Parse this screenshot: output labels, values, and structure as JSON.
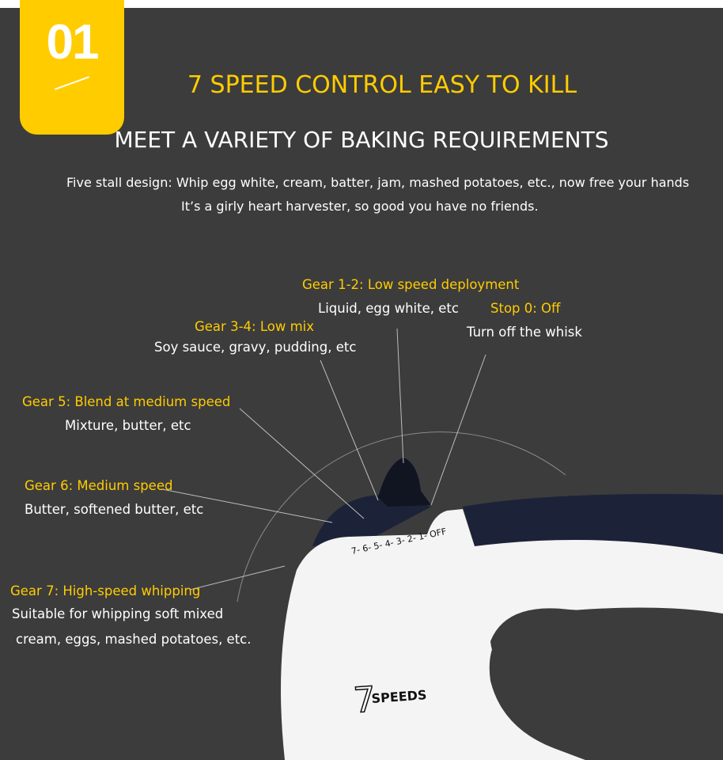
{
  "badge": {
    "number": "01"
  },
  "header": {
    "title": "7 SPEED CONTROL EASY TO KILL",
    "subtitle": "MEET A VARIETY OF BAKING REQUIREMENTS"
  },
  "intro": [
    "Five stall design: Whip egg white, cream, batter, jam, mashed potatoes, etc., now free your hands",
    "It’s a girly heart harvester, so good you have no friends."
  ],
  "gears": [
    {
      "title": "Gear 1-2: Low speed deployment",
      "desc": "Liquid, egg white, etc"
    },
    {
      "title": "Stop 0: Off",
      "desc": "Turn off the whisk"
    },
    {
      "title": "Gear 3-4: Low mix",
      "desc": "Soy sauce, gravy, pudding, etc"
    },
    {
      "title": "Gear 5: Blend at medium speed",
      "desc": "Mixture, butter, etc"
    },
    {
      "title": "Gear 6: Medium speed",
      "desc": "Butter, softened butter, etc"
    },
    {
      "title": "Gear 7: High-speed whipping",
      "desc": "Suitable for whipping soft mixed",
      "desc2": "cream, eggs, mashed potatoes, etc."
    }
  ],
  "product": {
    "dial_marks": "7- 6- 5- 4- 3- 2- 1- OFF",
    "logo": "7SPEEDS"
  },
  "colors": {
    "background": "#3c3c3c",
    "accent": "#ffcc00",
    "handle": "#1c2238"
  }
}
